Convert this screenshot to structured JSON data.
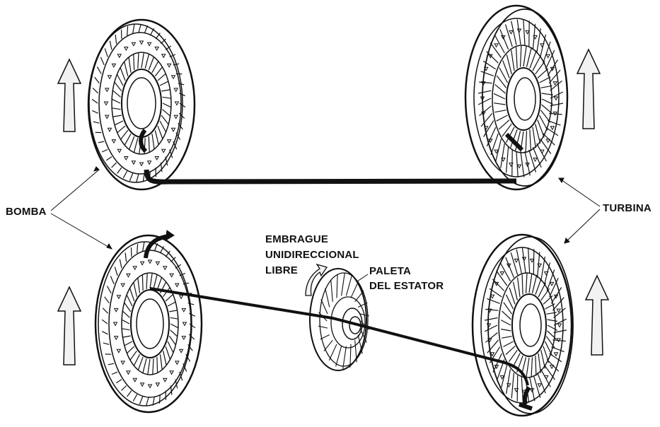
{
  "labels": {
    "pump": "BOMBA",
    "turbine": "TURBINA",
    "clutch_line1": "EMBRAGUE",
    "clutch_line2": "UNIDIRECCIONAL",
    "clutch_line3": "LIBRE",
    "stator_line1": "PALETA",
    "stator_line2": "DEL ESTATOR"
  },
  "colors": {
    "ink": "#111111",
    "arrow_fill": "#f2f2f2",
    "background": "#ffffff"
  },
  "icons": [
    "rotation-arrow-icon"
  ]
}
